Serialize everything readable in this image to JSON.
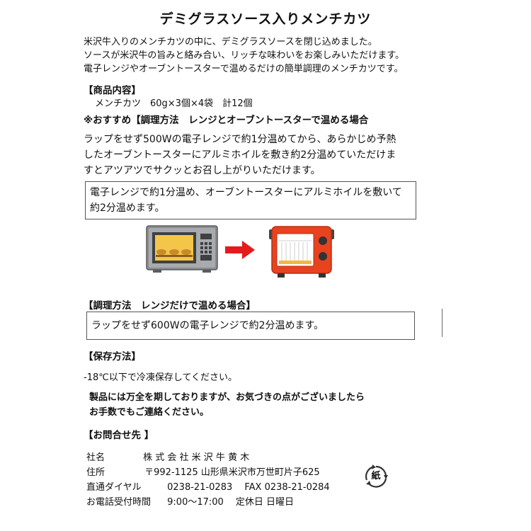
{
  "title": "デミグラスソース入りメンチカツ",
  "intro": [
    "米沢牛入りのメンチカツの中に、デミグラスソースを閉じ込めました。",
    "ソースが米沢牛の旨みと絡み合い、リッチな味わいをお楽しみいただけます。",
    "電子レンジやオーブントースターで温めるだけの簡単調理のメンチカツです。"
  ],
  "contents": {
    "heading": "【商品内容】",
    "text": "メンチカツ　60g×3個×4袋　計12個"
  },
  "method1": {
    "heading": "※おすすめ【調理方法　レンジとオーブントースターで温める場合",
    "para": [
      "ラップをせず500Wの電子レンジで約1分温めてから、あらかじめ予熱",
      "したオーブントースターにアルミホイルを敷き約2分温めていただけま",
      "すとアツアツでサクッとお召し上がりいただけます。"
    ],
    "box": [
      "電子レンジで約1分温め、オーブントースターにアルミホイルを敷いて",
      "約2分温めます。"
    ]
  },
  "method2": {
    "heading": "【調理方法　レンジだけで温める場合】",
    "box": "ラップをせず600Wの電子レンジで約2分温めます。"
  },
  "storage": {
    "heading": "【保存方法】",
    "text": "-18℃以下で冷凍保存してください。"
  },
  "notice": [
    "製品には万全を期しておりますが、お気づきの点がございましたら",
    "お手数でもご連絡ください。"
  ],
  "inquiry": {
    "heading": "【お問合せ先 】",
    "rows": [
      {
        "label": "社名",
        "value": "株 式 会 社  米 沢 牛 黄 木"
      },
      {
        "label": "住所",
        "value": "〒992-1125  山形県米沢市万世町片子625"
      },
      {
        "label": "直通ダイヤル",
        "value": "0238-21-0283　 FAX  0238-21-0284"
      },
      {
        "label": "お電話受付時間",
        "value": "9:00～17:00　  定休日 日曜日"
      }
    ]
  },
  "recycle_mark": "紙",
  "colors": {
    "toaster": "#e8421f",
    "arrow": "#e51b1b",
    "microwave": "#8a8c90"
  }
}
